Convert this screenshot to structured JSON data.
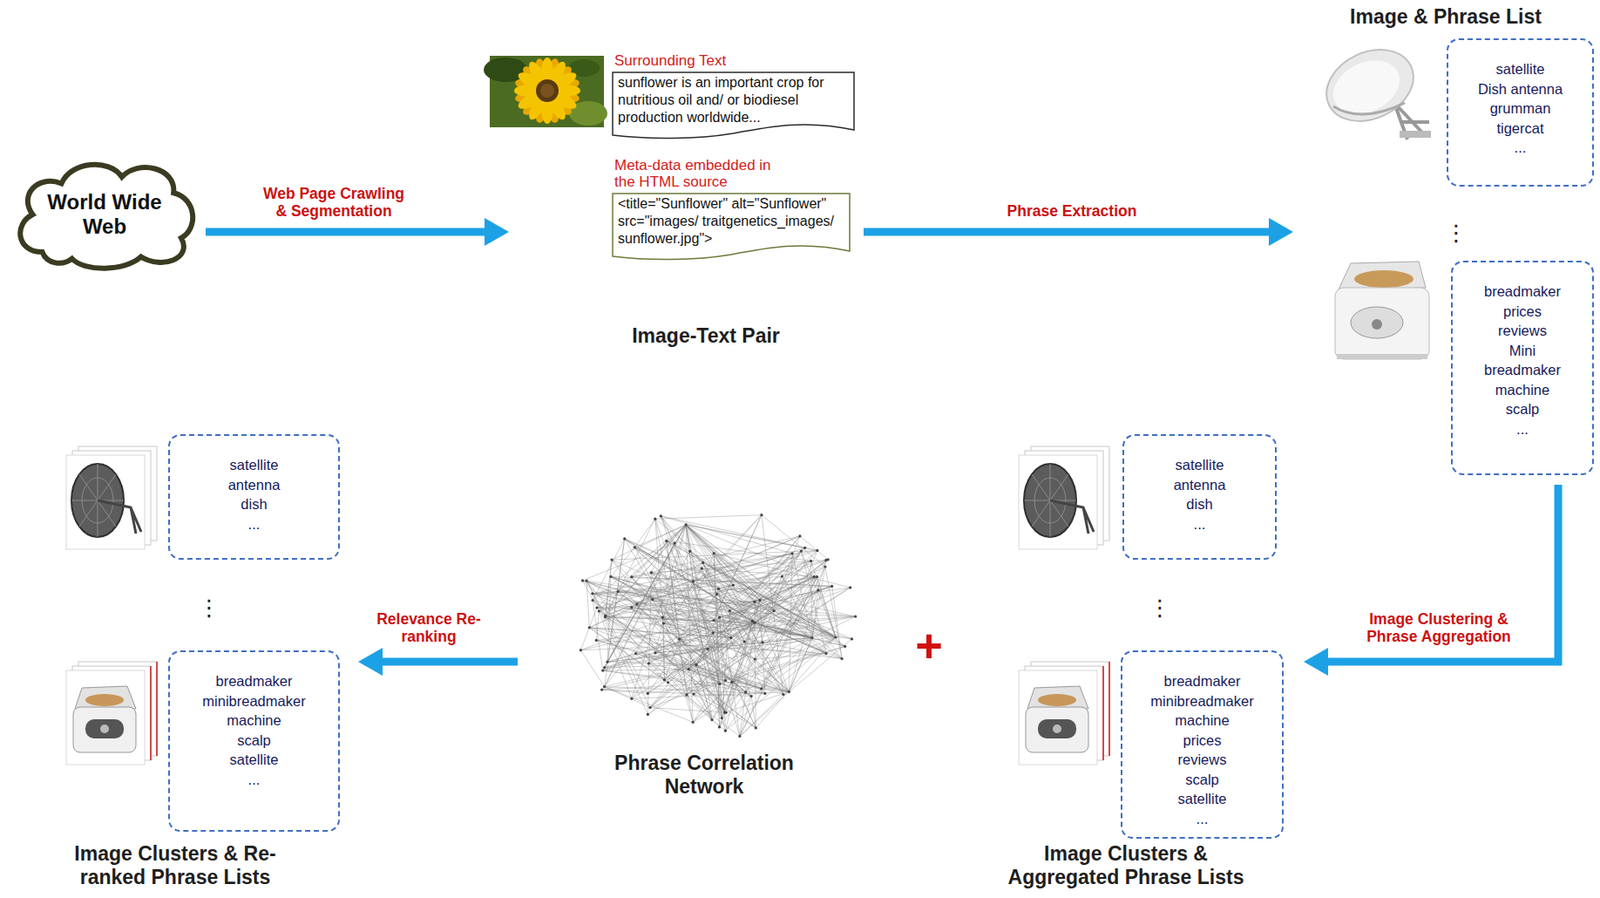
{
  "diagram": {
    "nodes": [
      {
        "text": [
          "World Wide Web"
        ]
      },
      {
        "text": [
          "Image-Text Pair"
        ]
      },
      {
        "text": [
          "Surrounding Text",
          "sunflower is an important crop for nutritious oil and/ or biodiesel production worldwide..."
        ],
        "in": 1
      },
      {
        "text": [
          "Meta-data embedded in the HTML source",
          "<title=\"Sunflower\" alt=\"Sunflower\" src=\"images/ traitgenetics_images/ sunflower.jpg\">"
        ],
        "in": 1
      },
      {
        "text": [
          "Image & Phrase List"
        ]
      },
      {
        "text": [
          "satellite",
          "Dish antenna",
          "grumman",
          "tigercat",
          "..."
        ],
        "in": 4
      },
      {
        "text": [
          "breadmaker",
          "prices",
          "reviews",
          "Mini breadmaker",
          "machine",
          "scalp",
          "..."
        ],
        "in": 4
      },
      {
        "text": [
          "Image Clusters & Aggregated Phrase Lists"
        ]
      },
      {
        "text": [
          "satellite",
          "antenna",
          "dish",
          "..."
        ],
        "in": 7
      },
      {
        "text": [
          "breadmaker",
          "minibreadmaker",
          "machine",
          "prices",
          "reviews",
          "scalp",
          "satellite",
          "..."
        ],
        "in": 7
      },
      {
        "text": [
          "Phrase Correlation Network"
        ]
      },
      {
        "text": [
          "Image Clusters & Re-ranked Phrase Lists"
        ]
      },
      {
        "text": [
          "satellite",
          "antenna",
          "dish",
          "..."
        ],
        "in": 11
      },
      {
        "text": [
          "breadmaker",
          "minibreadmaker",
          "machine",
          "scalp",
          "satellite",
          "..."
        ],
        "in": 11
      }
    ],
    "edges": [
      {
        "from": 0,
        "to": 1,
        "arrow": "to",
        "label": "Web Page Crawling & Segmentation"
      },
      {
        "from": 1,
        "to": 4,
        "arrow": "to",
        "label": "Phrase Extraction"
      },
      {
        "from": 4,
        "to": 7,
        "arrow": "to",
        "label": "Image Clustering & Phrase Aggregation"
      },
      {
        "from": 10,
        "to": 11,
        "arrow": "to",
        "label": "Relevance Re-ranking"
      }
    ],
    "labels": [
      "⋮",
      "⋮",
      "⋮",
      "+"
    ]
  }
}
